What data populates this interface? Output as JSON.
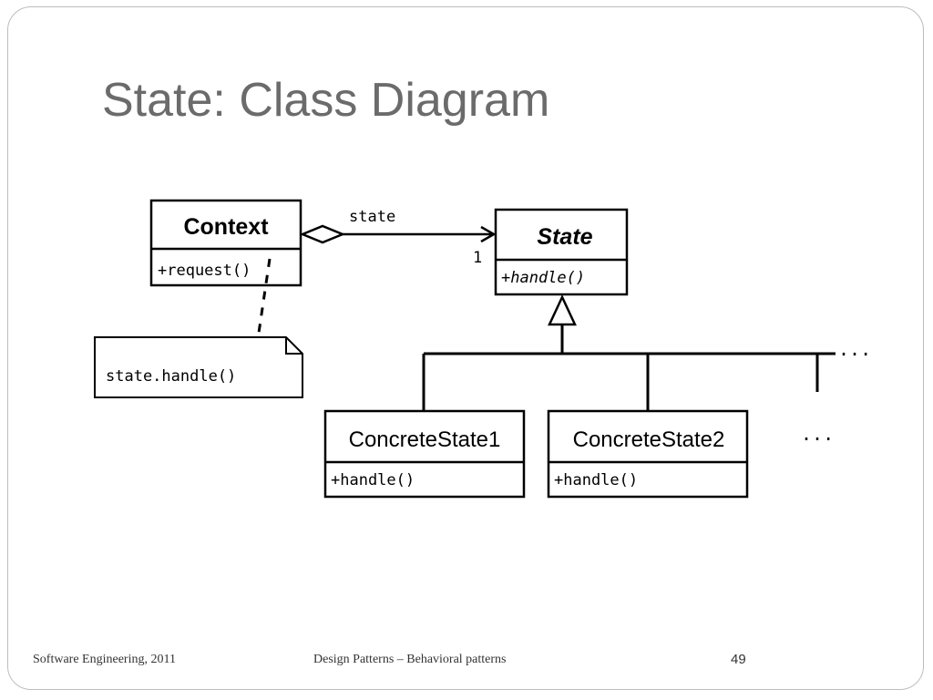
{
  "slide": {
    "title": "State: Class Diagram",
    "footer_left": "Software Engineering, 2011",
    "footer_center": "Design Patterns – Behavioral patterns",
    "page_number": "49"
  },
  "diagram": {
    "context": {
      "name": "Context",
      "operation": "+request()"
    },
    "note": {
      "text": "state.handle()"
    },
    "association": {
      "role": "state",
      "multiplicity": "1"
    },
    "state": {
      "name": "State",
      "operation": "+handle()"
    },
    "concrete1": {
      "name": "ConcreteState1",
      "operation": "+handle()"
    },
    "concrete2": {
      "name": "ConcreteState2",
      "operation": "+handle()"
    },
    "ellipsis_top": "...",
    "ellipsis_bottom": "..."
  }
}
